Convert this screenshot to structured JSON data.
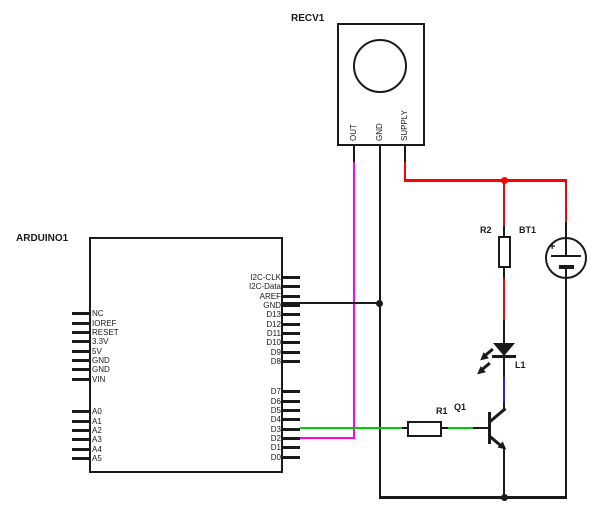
{
  "colors": {
    "ink": "#1a1a1a",
    "red": "#ff0000",
    "green": "#00cc00",
    "magenta": "#ff00ff",
    "blue": "#2222ee",
    "bg": "#ffffff"
  },
  "receiver": {
    "ref": "RECV1",
    "pins": [
      "OUT",
      "GND",
      "SUPPLY"
    ]
  },
  "arduino": {
    "ref": "ARDUINO1",
    "left_pins_power": [
      "NC",
      "IOREF",
      "RESET",
      "3.3V",
      "5V",
      "GND",
      "GND",
      "VIN"
    ],
    "left_pins_analog": [
      "A0",
      "A1",
      "A2",
      "A3",
      "A4",
      "A5"
    ],
    "right_pins_top": [
      "I2C-CLK",
      "I2C-Data",
      "AREF",
      "GND",
      "D13",
      "D12",
      "D11",
      "D10",
      "D9",
      "D8"
    ],
    "right_pins_bottom": [
      "D7",
      "D6",
      "D5",
      "D4",
      "D3",
      "D2",
      "D1",
      "D0"
    ]
  },
  "components": {
    "r1": "R1",
    "r2": "R2",
    "q1": "Q1",
    "l1": "L1",
    "bt1": "BT1"
  }
}
